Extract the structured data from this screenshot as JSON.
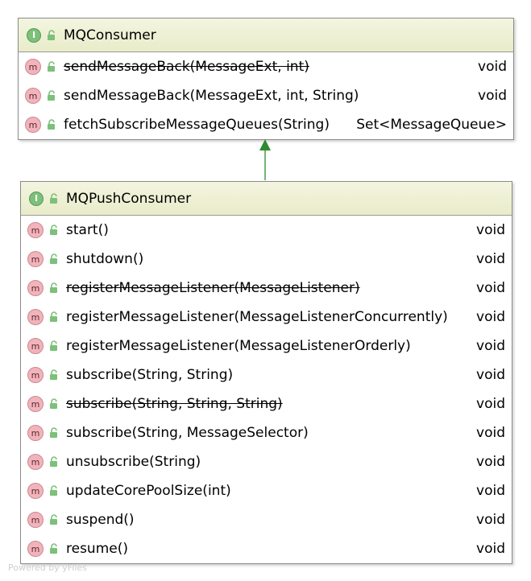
{
  "icons": {
    "interface_badge": "I",
    "method_badge": "m",
    "visibility": "public-lock-icon",
    "interface_color": "#7cc07a",
    "method_color": "#f2b3bb",
    "edge_color": "#2e8b2e"
  },
  "mq_consumer": {
    "name": "MQConsumer",
    "methods": [
      {
        "signature": "sendMessageBack(MessageExt, int)",
        "returns": "void",
        "deprecated": true
      },
      {
        "signature": "sendMessageBack(MessageExt, int, String)",
        "returns": "void",
        "deprecated": false
      },
      {
        "signature": "fetchSubscribeMessageQueues(String)",
        "returns": "Set<MessageQueue>",
        "deprecated": false
      }
    ]
  },
  "mq_push_consumer": {
    "name": "MQPushConsumer",
    "methods": [
      {
        "signature": "start()",
        "returns": "void",
        "deprecated": false
      },
      {
        "signature": "shutdown()",
        "returns": "void",
        "deprecated": false
      },
      {
        "signature": "registerMessageListener(MessageListener)",
        "returns": "void",
        "deprecated": true
      },
      {
        "signature": "registerMessageListener(MessageListenerConcurrently)",
        "returns": "void",
        "deprecated": false
      },
      {
        "signature": "registerMessageListener(MessageListenerOrderly)",
        "returns": "void",
        "deprecated": false
      },
      {
        "signature": "subscribe(String, String)",
        "returns": "void",
        "deprecated": false
      },
      {
        "signature": "subscribe(String, String, String)",
        "returns": "void",
        "deprecated": true
      },
      {
        "signature": "subscribe(String, MessageSelector)",
        "returns": "void",
        "deprecated": false
      },
      {
        "signature": "unsubscribe(String)",
        "returns": "void",
        "deprecated": false
      },
      {
        "signature": "updateCorePoolSize(int)",
        "returns": "void",
        "deprecated": false
      },
      {
        "signature": "suspend()",
        "returns": "void",
        "deprecated": false
      },
      {
        "signature": "resume()",
        "returns": "void",
        "deprecated": false
      }
    ]
  },
  "watermark": "Powered by yFiles"
}
